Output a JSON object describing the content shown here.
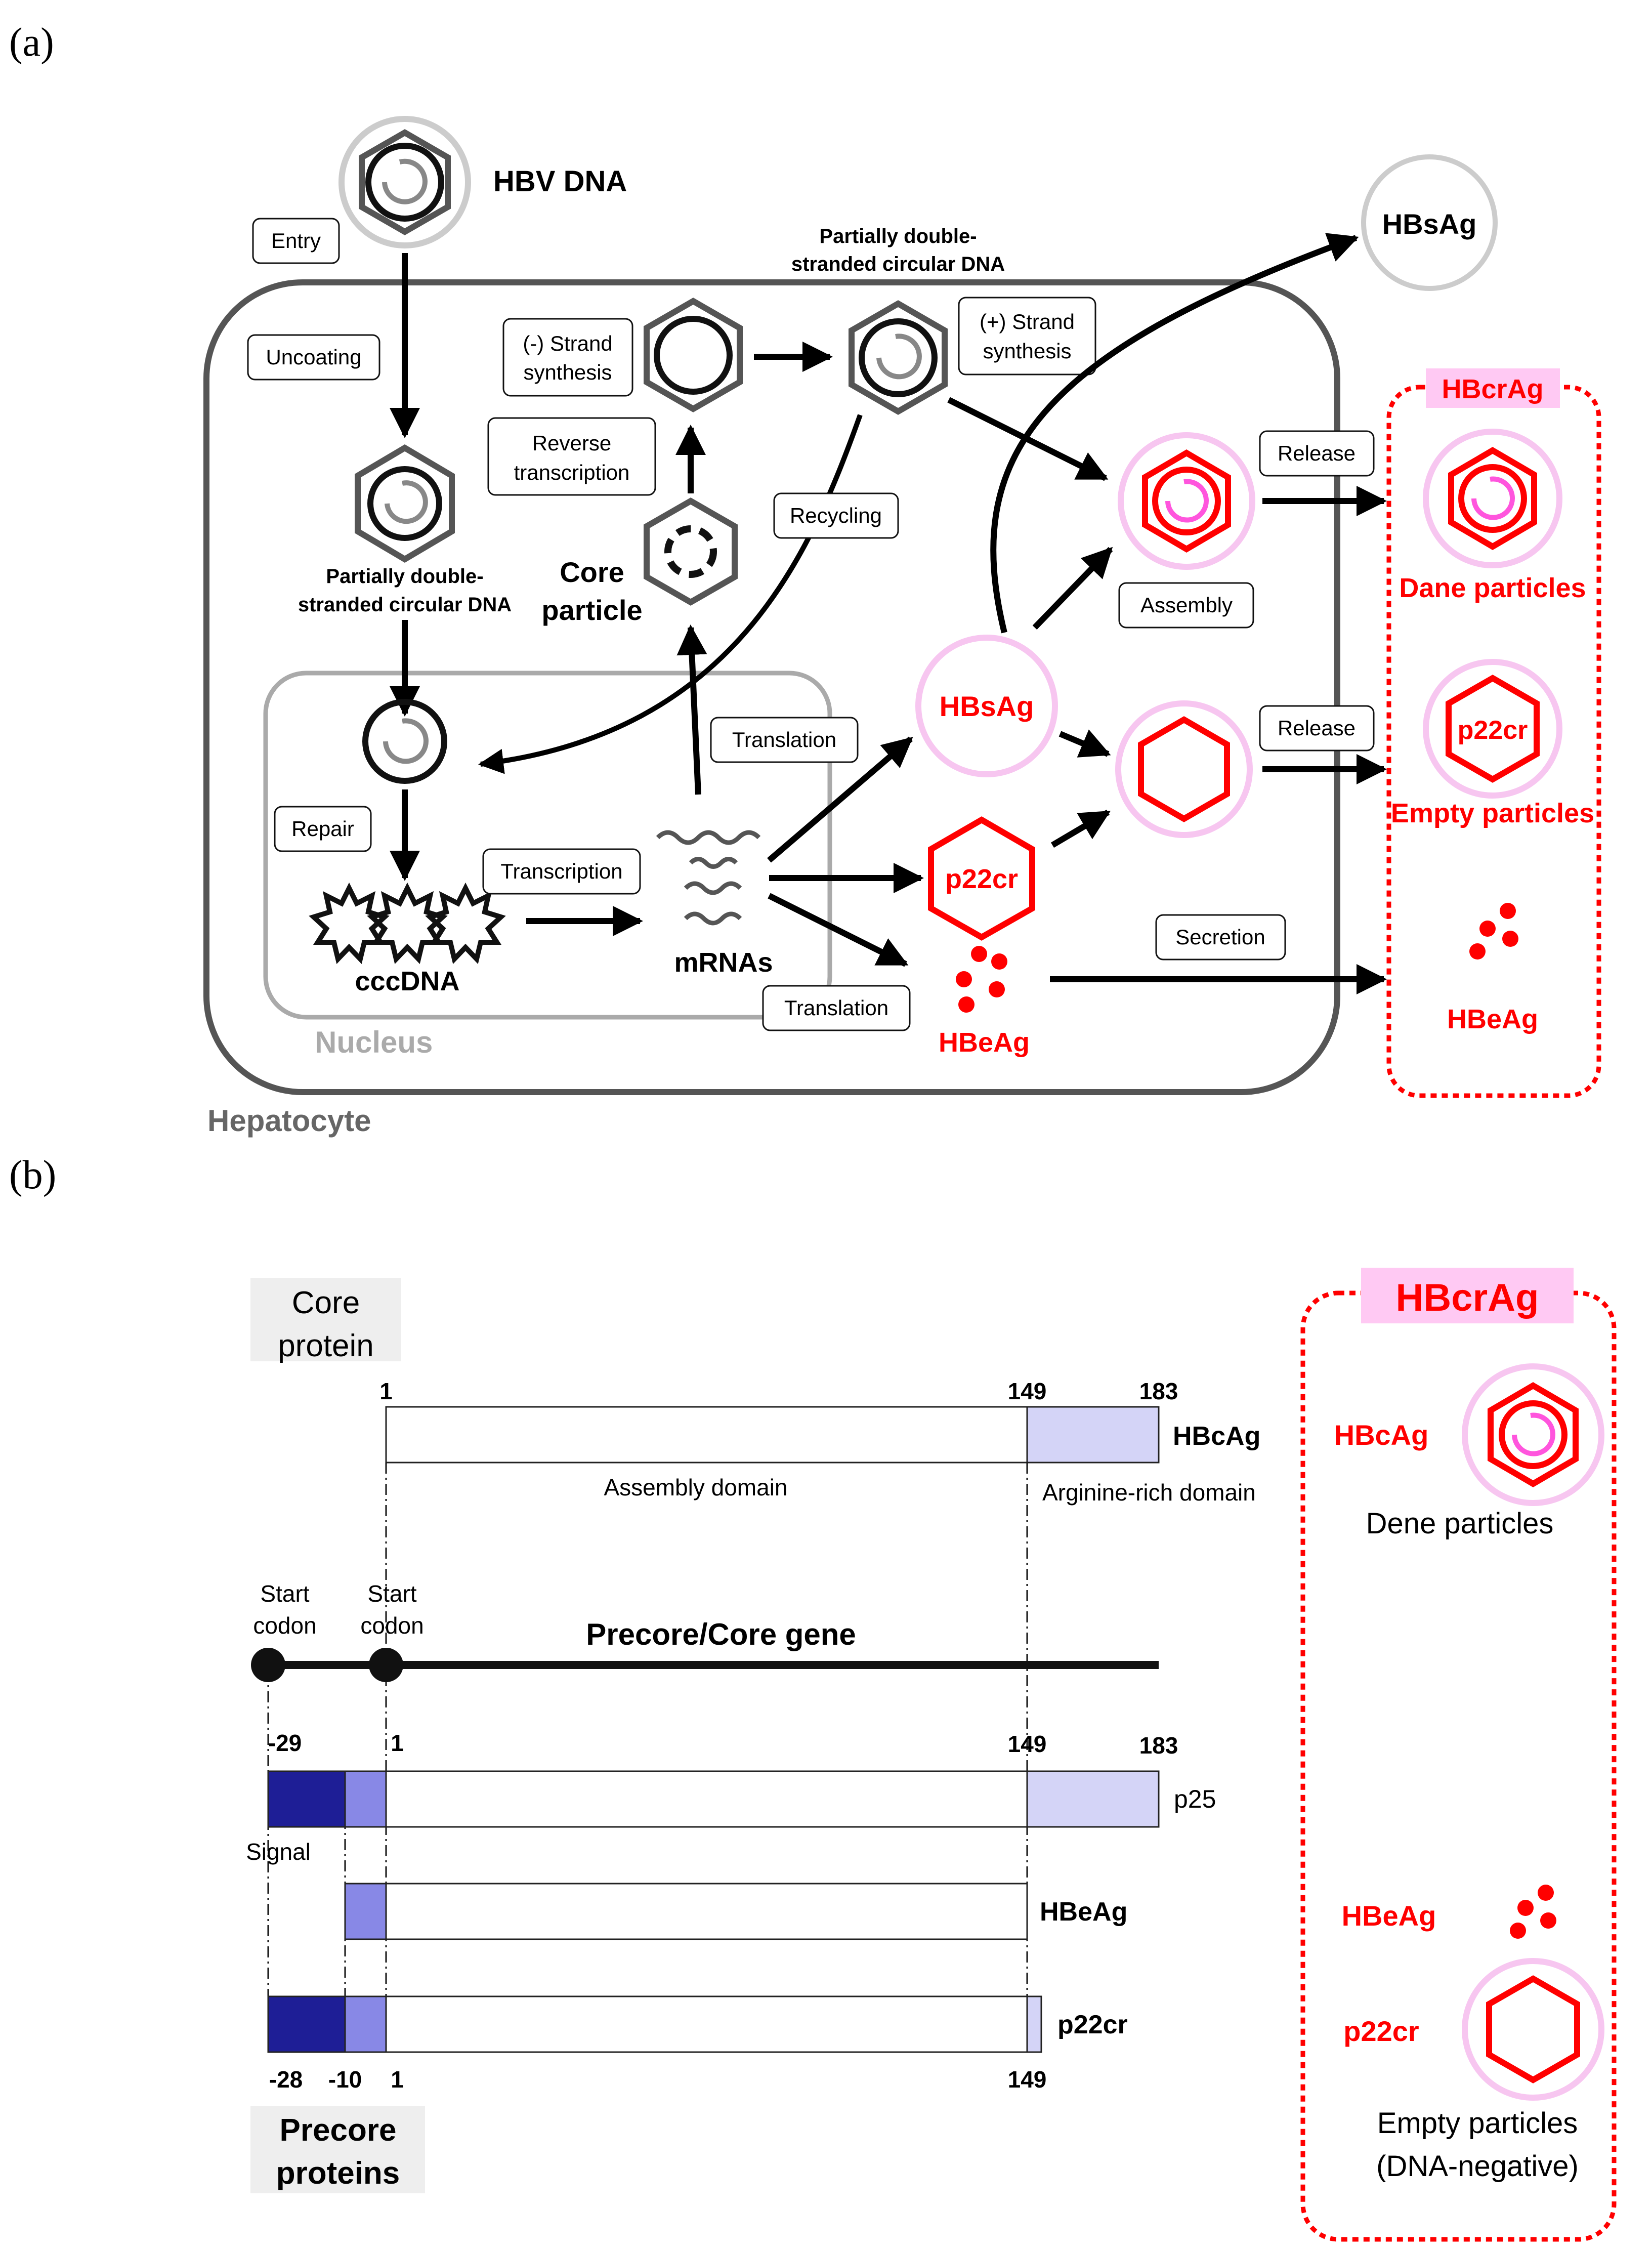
{
  "panel_a": {
    "label": "(a)",
    "hbv_dna": "HBV DNA",
    "hbsag_top": "HBsAg",
    "entry": "Entry",
    "uncoating": "Uncoating",
    "partial_dna_top_1": "Partially double-",
    "partial_dna_top_2": "stranded circular DNA",
    "minus_strand_1": "(-) Strand",
    "minus_strand_2": "synthesis",
    "plus_strand_1": "(+) Strand",
    "plus_strand_2": "synthesis",
    "reverse_transcription_1": "Reverse",
    "reverse_transcription_2": "transcription",
    "partial_dna_left_1": "Partially double-",
    "partial_dna_left_2": "stranded circular DNA",
    "core_particle_1": "Core",
    "core_particle_2": "particle",
    "recycling": "Recycling",
    "assembly": "Assembly",
    "release_1": "Release",
    "release_2": "Release",
    "secretion": "Secretion",
    "translation_1": "Translation",
    "translation_2": "Translation",
    "transcription": "Transcription",
    "repair": "Repair",
    "cccdna": "cccDNA",
    "mrnas": "mRNAs",
    "nucleus": "Nucleus",
    "hepatocyte": "Hepatocyte",
    "hbsag_inner": "HBsAg",
    "p22cr_inner": "p22cr",
    "hbeag_inner": "HBeAg",
    "hbcrag_box_title": "HBcrAg",
    "dane_particles": "Dane particles",
    "p22cr_box": "p22cr",
    "empty_particles": "Empty particles",
    "hbeag_box": "HBeAg"
  },
  "panel_b": {
    "label": "(b)",
    "core_protein_1": "Core",
    "core_protein_2": "protein",
    "n1_top": "1",
    "n149_top": "149",
    "n183_top": "183",
    "hbcag": "HBcAg",
    "assembly_domain": "Assembly domain",
    "arginine_domain": "Arginine-rich domain",
    "start_codon_1a": "Start",
    "start_codon_1b": "codon",
    "start_codon_2a": "Start",
    "start_codon_2b": "codon",
    "gene_label": "Precore/Core gene",
    "n_minus29": "-29",
    "n1_mid": "1",
    "n149_mid": "149",
    "n183_mid": "183",
    "p25": "p25",
    "signal": "Signal",
    "hbeag_bar": "HBeAg",
    "p22cr_bar": "p22cr",
    "n_minus28": "-28",
    "n_minus10": "-10",
    "n1_bot": "1",
    "n149_bot": "149",
    "precore_1": "Precore",
    "precore_2": "proteins",
    "box_title": "HBcrAg",
    "box_hbcag": "HBcAg",
    "dene_particles": "Dene particles",
    "box_hbeag": "HBeAg",
    "box_p22cr": "p22cr",
    "empty_particles_1": "Empty particles",
    "empty_particles_2": "(DNA-negative)"
  },
  "colors": {
    "red": "#ff0000",
    "pink_ring": "#f7c6f0",
    "magenta": "#ff55dd",
    "navy": "#1e1e96",
    "mid_blue": "#8888e6",
    "light_blue": "#d4d4f7",
    "gray_cell": "#555555",
    "gray_nucleus": "#aaaaaa",
    "hbcrag_tag": "#ffc9f3"
  }
}
